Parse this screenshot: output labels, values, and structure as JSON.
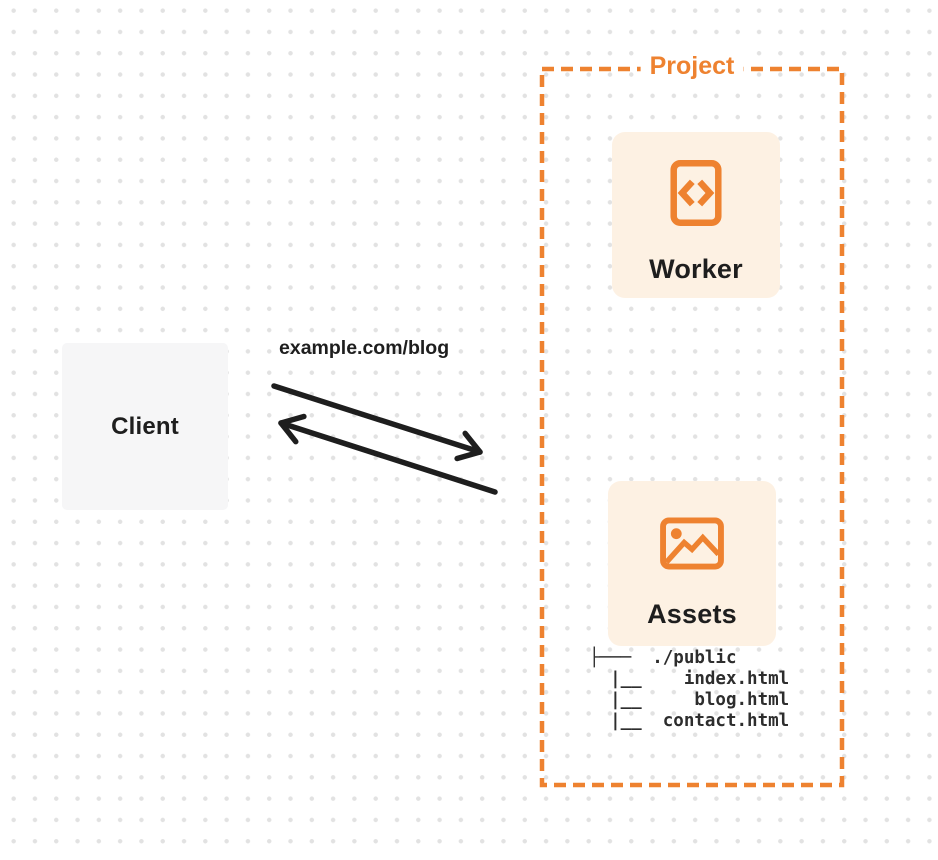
{
  "diagram": {
    "client": {
      "label": "Client",
      "bg_color": "#f6f6f7"
    },
    "request_label": "example.com/blog",
    "project": {
      "label": "Project",
      "worker": {
        "label": "Worker",
        "icon": "code-document-icon"
      },
      "assets": {
        "label": "Assets",
        "icon": "image-icon",
        "file_tree": [
          "├───  ./public",
          "  |__    index.html",
          "  |__     blog.html",
          "  |__  contact.html"
        ]
      }
    },
    "colors": {
      "accent_orange": "#ee8230",
      "card_bg": "#fdf1e3",
      "arrow_color": "#1e1e1e",
      "dot_grid": "#e2e2e2"
    }
  }
}
